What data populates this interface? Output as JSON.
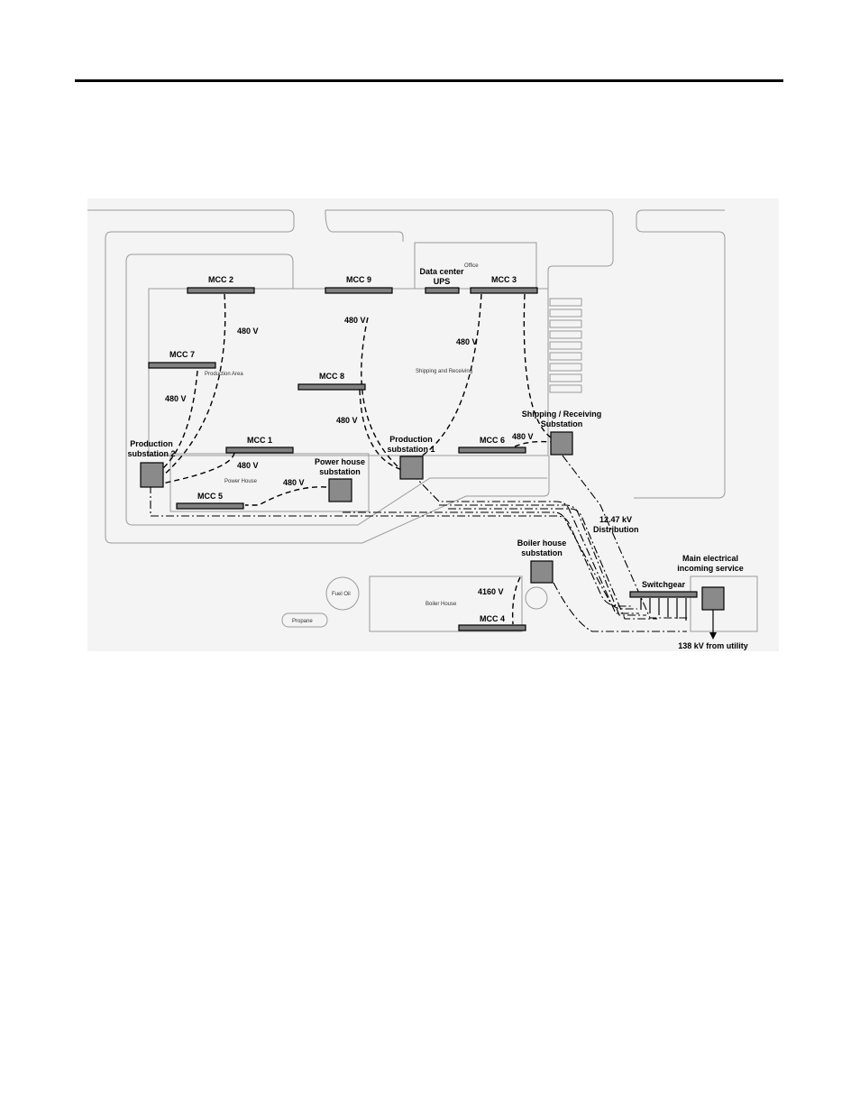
{
  "diagram": {
    "areas": {
      "office": "Office",
      "production_area": "Production Area",
      "shipping_receiving": "Shipping and Receiving",
      "power_house": "Power House",
      "boiler_house": "Boiler House",
      "fuel_oil": "Fuel Oil",
      "propane": "Propane"
    },
    "buses": {
      "mcc2": "MCC 2",
      "mcc9": "MCC 9",
      "data_center_1": "Data center",
      "data_center_2": "UPS",
      "mcc3": "MCC 3",
      "mcc7": "MCC 7",
      "mcc8": "MCC 8",
      "mcc1": "MCC 1",
      "mcc6": "MCC 6",
      "mcc5": "MCC 5",
      "mcc4": "MCC 4",
      "switchgear": "Switchgear"
    },
    "substations": {
      "production2_l1": "Production",
      "production2_l2": "substation 2",
      "production1_l1": "Production",
      "production1_l2": "substation 1",
      "powerhouse_l1": "Power house",
      "powerhouse_l2": "substation",
      "shipping_l1": "Shipping / Receiving",
      "shipping_l2": "Substation",
      "boiler_l1": "Boiler house",
      "boiler_l2": "substation",
      "main_l1": "Main electrical",
      "main_l2": "incoming service"
    },
    "voltages": {
      "v480": "480 V",
      "v4160": "4160 V",
      "dist_l1": "12.47 kV",
      "dist_l2": "Distribution",
      "utility": "138 kV from utility"
    }
  }
}
